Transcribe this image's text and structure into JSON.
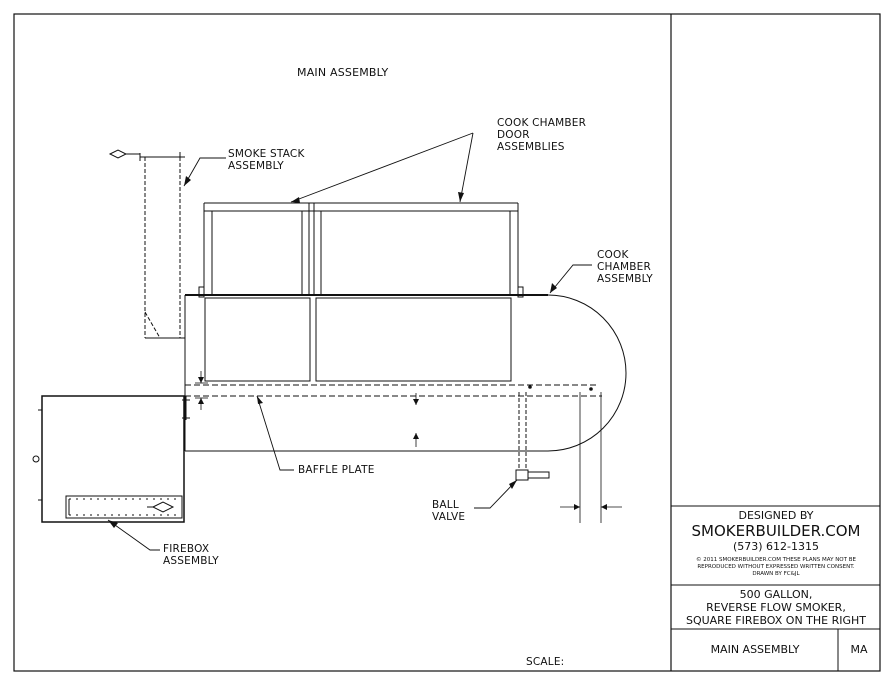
{
  "sheet_title": "MAIN ASSEMBLY",
  "scale_label": "SCALE:",
  "callouts": {
    "smoke_stack": [
      "SMOKE STACK",
      "ASSEMBLY"
    ],
    "door": [
      "COOK CHAMBER",
      "DOOR",
      "ASSEMBLIES"
    ],
    "cook_chamber": [
      "COOK",
      "CHAMBER",
      "ASSEMBLY"
    ],
    "baffle": "BAFFLE PLATE",
    "ball_valve": [
      "BALL",
      "VALVE"
    ],
    "firebox": [
      "FIREBOX",
      "ASSEMBLY"
    ]
  },
  "title_block": {
    "designed_by": "DESIGNED BY",
    "company": "SMOKERBUILDER.COM",
    "phone": "(573) 612-1315",
    "copyright_1": "© 2011 SMOKERBUILDER.COM THESE PLANS MAY NOT BE",
    "copyright_2": "REPRODUCED WITHOUT EXPRESSED WRITTEN CONSENT.",
    "drawn_by": "DRAWN BY FC&JL",
    "description": [
      "500 GALLON,",
      "REVERSE FLOW SMOKER,",
      "SQUARE FIREBOX ON THE RIGHT"
    ],
    "sheet_name": "MAIN ASSEMBLY",
    "sheet_code": "MA"
  },
  "colors": {
    "line": "#111111",
    "paper": "#ffffff"
  }
}
